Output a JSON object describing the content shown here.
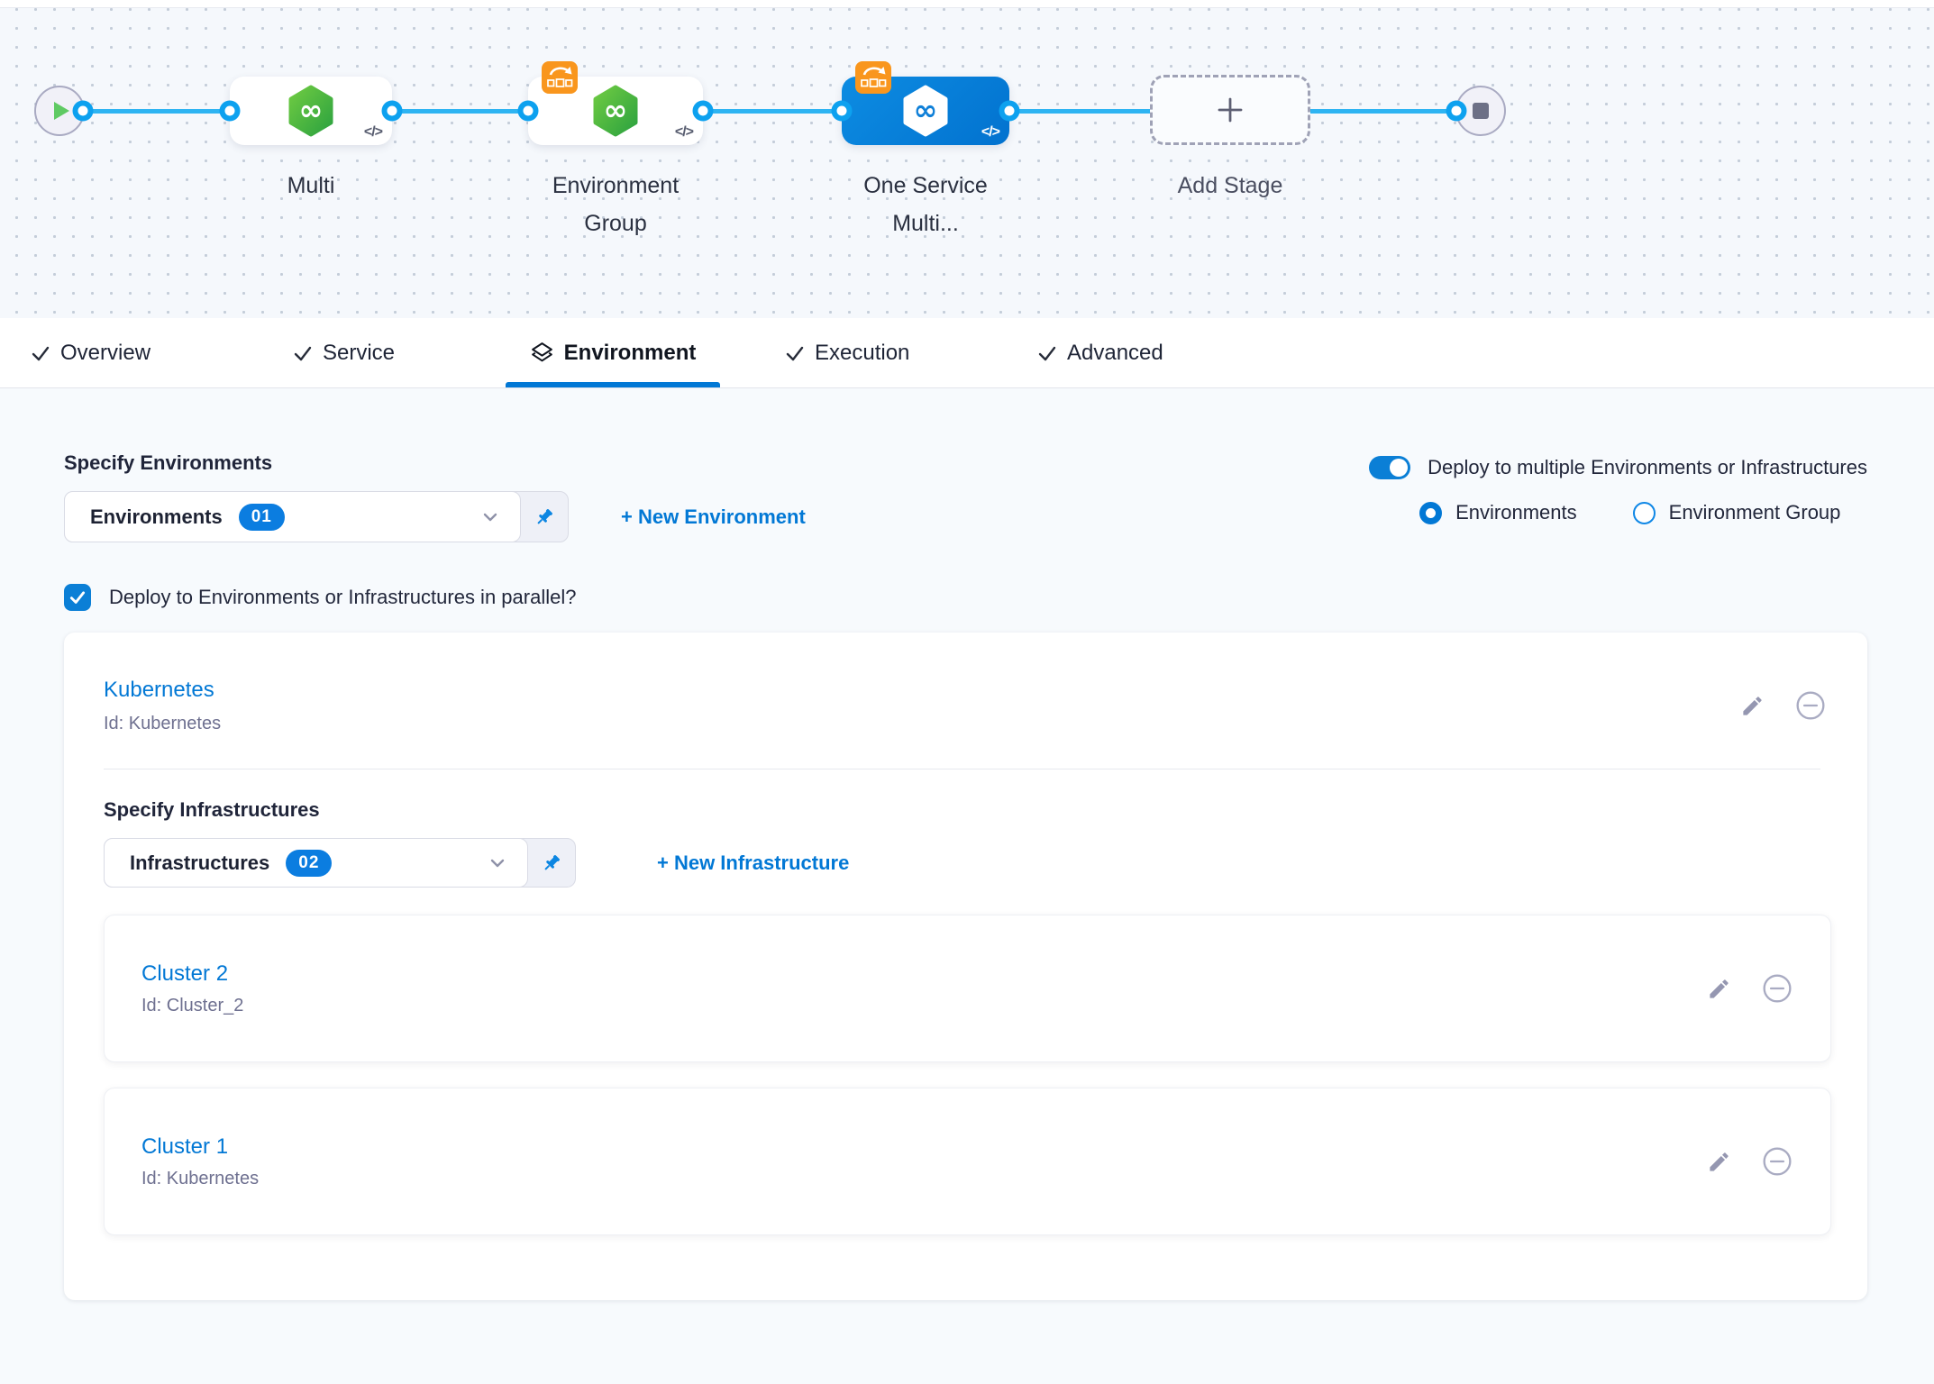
{
  "pipeline": {
    "code_icon_text": "</>",
    "nodes": {
      "multi": {
        "label": "Multi"
      },
      "env_group": {
        "label": "Environment Group"
      },
      "one_service": {
        "label": "One Service Multi...",
        "selected": true
      },
      "add_stage": {
        "label": "Add Stage"
      }
    }
  },
  "tabs": [
    {
      "label": "Overview"
    },
    {
      "label": "Service"
    },
    {
      "label": "Environment",
      "active": true
    },
    {
      "label": "Execution"
    },
    {
      "label": "Advanced"
    }
  ],
  "colors": {
    "primary_blue": "#0278d5",
    "flow_line_blue": "#2eb4f2",
    "selected_node_blue": "#0b84db",
    "badge_orange": "#f9961d",
    "service_green": "#3fae3f",
    "icon_gray": "#9597b1"
  },
  "environment_tab": {
    "specify_environments_label": "Specify Environments",
    "environments_dropdown": {
      "value": "Environments",
      "count": "01"
    },
    "new_environment_label": "+ New Environment",
    "deploy_multiple_toggle_label": "Deploy to multiple Environments or Infrastructures",
    "radio_options": [
      {
        "label": "Environments",
        "selected": true
      },
      {
        "label": "Environment Group",
        "selected": false
      }
    ],
    "parallel_checkbox_label": "Deploy to Environments or Infrastructures in parallel?",
    "environment_card": {
      "name": "Kubernetes",
      "id": "Id: Kubernetes",
      "specify_infrastructures_label": "Specify Infrastructures",
      "infrastructures_dropdown": {
        "value": "Infrastructures",
        "count": "02"
      },
      "new_infrastructure_label": "+ New Infrastructure",
      "infrastructure_cards": [
        {
          "name": "Cluster 2",
          "id": "Id: Cluster_2"
        },
        {
          "name": "Cluster 1",
          "id": "Id: Kubernetes"
        }
      ]
    }
  }
}
